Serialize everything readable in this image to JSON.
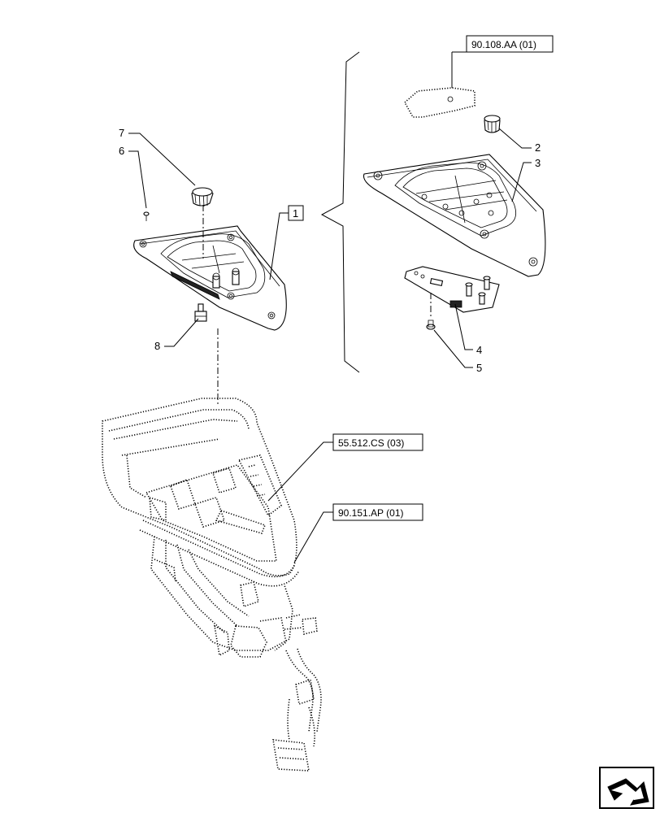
{
  "callouts": {
    "item1": "1",
    "item2": "2",
    "item3": "3",
    "item4": "4",
    "item5": "5",
    "item6": "6",
    "item7": "7",
    "item8": "8"
  },
  "references": {
    "ref_top": "90.108.AA (01)",
    "ref_mid": "55.512.CS (03)",
    "ref_low": "90.151.AP (01)"
  },
  "icons": {
    "nav_arrow": "next-page-arrow-icon"
  }
}
